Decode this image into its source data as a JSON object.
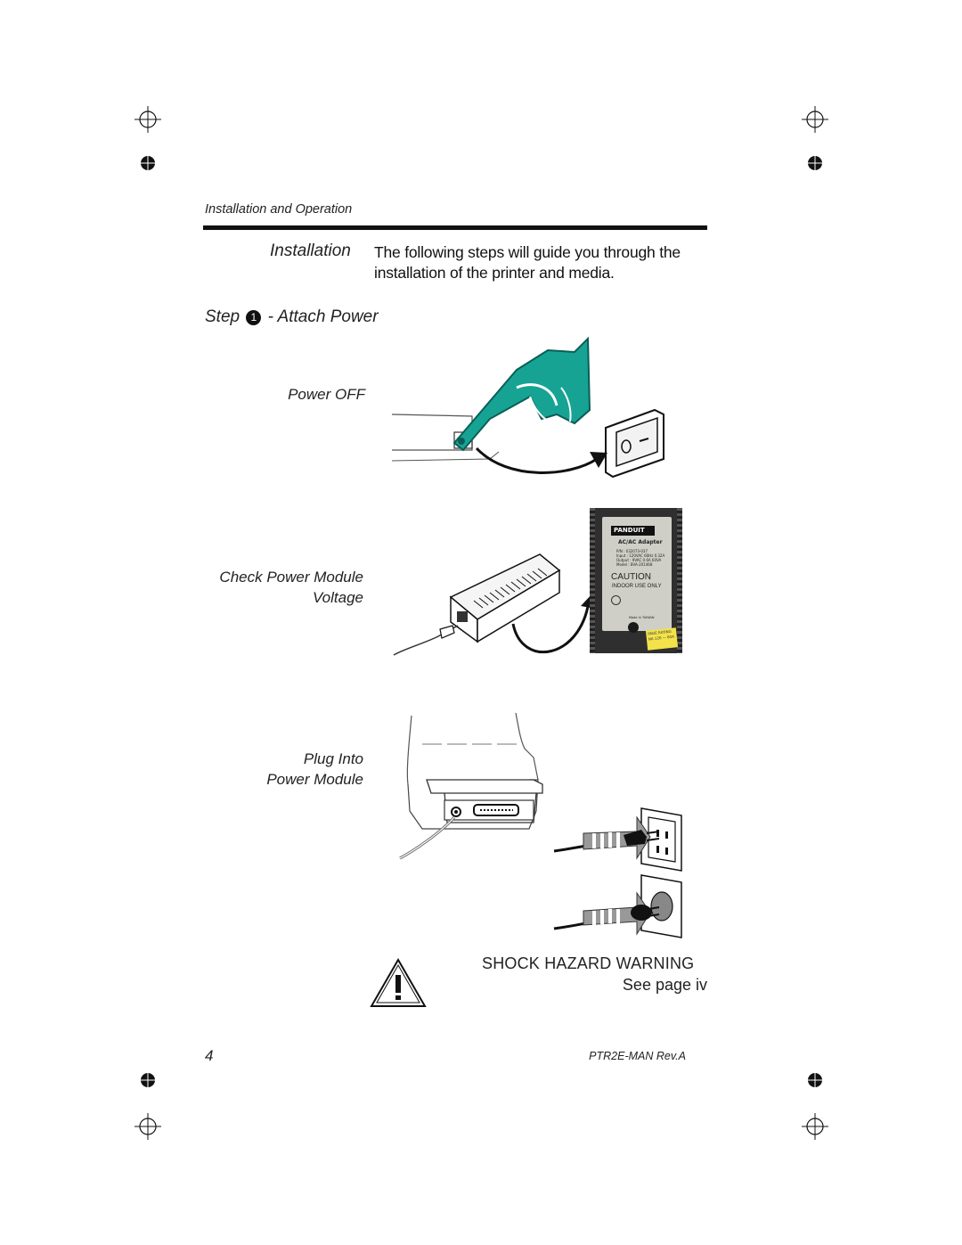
{
  "header": {
    "section": "Installation and Operation"
  },
  "installation": {
    "heading": "Installation",
    "body": "The following steps will guide you through the installation of the printer and media."
  },
  "step": {
    "prefix": "Step",
    "number": "1",
    "title": "- Attach Power"
  },
  "figures": {
    "power_off_caption": "Power OFF",
    "check_module_caption_line1": "Check Power Module",
    "check_module_caption_line2": "Voltage",
    "plug_caption_line1": "Plug Into",
    "plug_caption_line2": "Power Module",
    "label": {
      "brand": "PANDUIT",
      "type": "AC/AC Adapter",
      "pn": "P/N : 032073-037",
      "input": "Input : 120VAC 60Hz 0.32A",
      "output": "Output : 9VAC 0.6A 60VA",
      "model": "Model : BVA-201468",
      "caution": "CAUTION",
      "indoor": "INDOOR USE ONLY",
      "made_in": "Made in TAIWAN",
      "sticker_line1": "PAGE RATING",
      "sticker_line2": "NA 120 — 60A"
    }
  },
  "warning": {
    "title": "SHOCK HAZARD WARNING",
    "subtitle": "See page iv"
  },
  "footer": {
    "page_number": "4",
    "doc_id": "PTR2E-MAN Rev.A"
  },
  "colors": {
    "hand": "#16a394",
    "ink": "#111111",
    "label_panel": "#3a3a3a"
  }
}
